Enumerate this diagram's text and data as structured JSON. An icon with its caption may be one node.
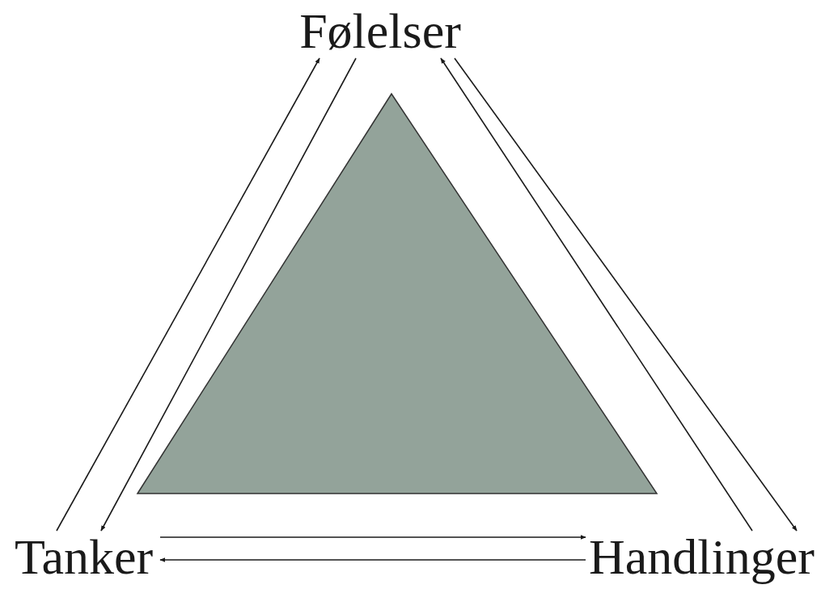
{
  "diagram": {
    "nodes": [
      {
        "text": [
          "Følelser"
        ]
      },
      {
        "text": [
          "Tanker"
        ]
      },
      {
        "text": [
          "Handlinger"
        ]
      }
    ],
    "edges": [
      {
        "from": 1,
        "to": 0,
        "arrow": "to"
      },
      {
        "from": 0,
        "to": 1,
        "arrow": "to"
      },
      {
        "from": 2,
        "to": 0,
        "arrow": "to"
      },
      {
        "from": 0,
        "to": 2,
        "arrow": "to"
      },
      {
        "from": 1,
        "to": 2,
        "arrow": "to"
      },
      {
        "from": 2,
        "to": 1,
        "arrow": "to"
      }
    ]
  }
}
